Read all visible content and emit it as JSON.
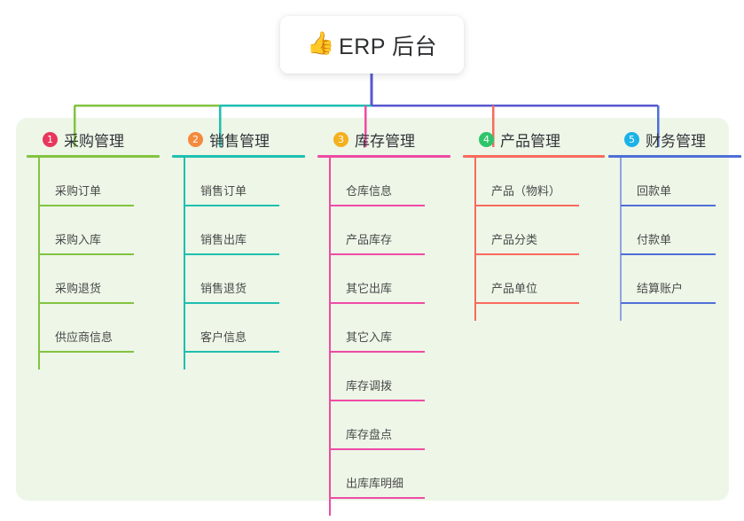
{
  "diagram": {
    "type": "org-tree",
    "root": {
      "icon": "thumbs-up-emoji",
      "emoji": "👍",
      "label": "ERP 后台",
      "stem_color": "#5858cf"
    },
    "panel_color": "#edf6e7",
    "columns": [
      {
        "index": "1",
        "label": "采购管理",
        "badge_color": "#e8375c",
        "rule_color": "#82c341",
        "line_color": "#82c341",
        "items": [
          "采购订单",
          "采购入库",
          "采购退货",
          "供应商信息"
        ]
      },
      {
        "index": "2",
        "label": "销售管理",
        "badge_color": "#f5893c",
        "rule_color": "#1fbfb0",
        "line_color": "#1fbfb0",
        "items": [
          "销售订单",
          "销售出库",
          "销售退货",
          "客户信息"
        ]
      },
      {
        "index": "3",
        "label": "库存管理",
        "badge_color": "#f5b01e",
        "rule_color": "#ee4ba4",
        "line_color": "#ee4ba4",
        "items": [
          "仓库信息",
          "产品库存",
          "其它出库",
          "其它入库",
          "库存调拨",
          "库存盘点",
          "出库库明细"
        ]
      },
      {
        "index": "4",
        "label": "产品管理",
        "badge_color": "#2ec46a",
        "rule_color": "#f96a5e",
        "line_color": "#f96a5e",
        "items": [
          "产品（物料）",
          "产品分类",
          "产品单位"
        ]
      },
      {
        "index": "5",
        "label": "财务管理",
        "badge_color": "#1ab2e8",
        "rule_color": "#4f6fd6",
        "line_color": "#8fa6dd",
        "items": [
          "回款单",
          "付款单",
          "结算账户"
        ]
      }
    ]
  }
}
